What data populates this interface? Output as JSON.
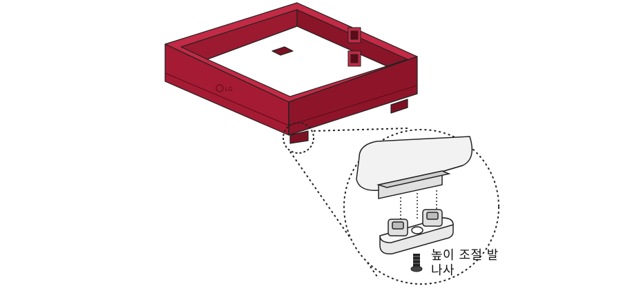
{
  "figure": {
    "frame_brand_mark": "LG",
    "callout_label_lines": [
      "높이 조절 발",
      "나사"
    ]
  },
  "colors": {
    "frame_front": "#a51b33",
    "frame_side": "#8e1529",
    "frame_top": "#c22a45",
    "frame_inner": "#7d1123",
    "outline": "#222222",
    "detail_fill_light": "#e9e9e9",
    "detail_fill_mid": "#cfcfcf"
  }
}
